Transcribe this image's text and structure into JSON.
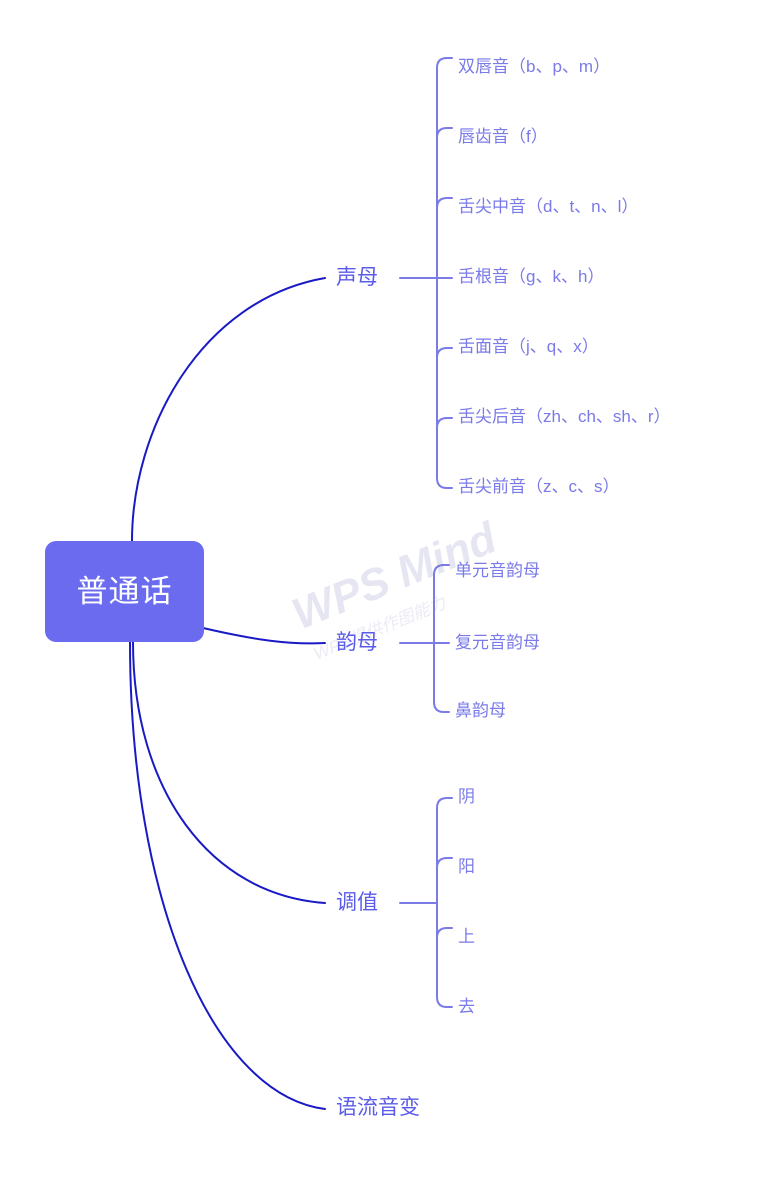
{
  "app": {
    "watermark_main": "WPS Mind",
    "watermark_sub": "WPS提供作图能力"
  },
  "colors": {
    "root_fill": "#6b6bf0",
    "root_text": "#ffffff",
    "branch_text": "#5b5bea",
    "leaf_text": "#7a7ae8",
    "main_edge": "#1a1ac4",
    "sub_edge": "#7b7be8",
    "background": "#ffffff"
  },
  "mindmap": {
    "root": {
      "label": "普通话"
    },
    "branches": [
      {
        "label": "声母",
        "children": [
          {
            "label": "双唇音（b、p、m）"
          },
          {
            "label": "唇齿音（f）"
          },
          {
            "label": "舌尖中音（d、t、n、l）"
          },
          {
            "label": "舌根音（g、k、h）"
          },
          {
            "label": "舌面音（j、q、x）"
          },
          {
            "label": "舌尖后音（zh、ch、sh、r）"
          },
          {
            "label": "舌尖前音（z、c、s）"
          }
        ]
      },
      {
        "label": "韵母",
        "children": [
          {
            "label": "单元音韵母"
          },
          {
            "label": "复元音韵母"
          },
          {
            "label": "鼻韵母"
          }
        ]
      },
      {
        "label": "调值",
        "children": [
          {
            "label": "阴"
          },
          {
            "label": "阳"
          },
          {
            "label": "上"
          },
          {
            "label": "去"
          }
        ]
      },
      {
        "label": "语流音变",
        "children": []
      }
    ]
  }
}
